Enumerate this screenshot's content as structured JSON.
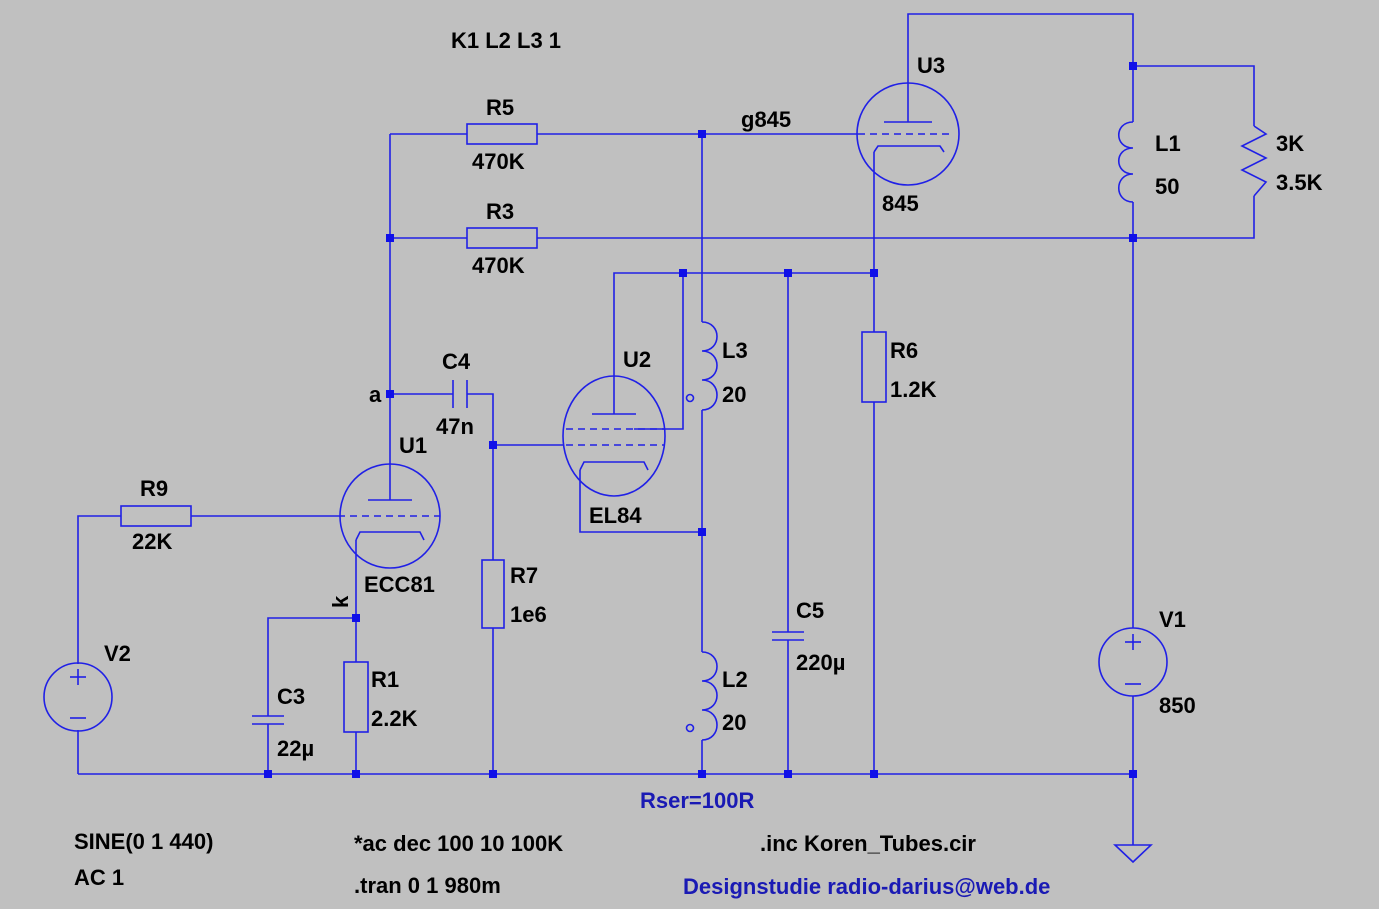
{
  "directive_coupling": "K1 L2 L3 1",
  "labels": {
    "r5_name": "R5",
    "r5_value": "470K",
    "r3_name": "R3",
    "r3_value": "470K",
    "r9_name": "R9",
    "r9_value": "22K",
    "r7_name": "R7",
    "r7_value": "1e6",
    "r1_name": "R1",
    "r1_value": "2.2K",
    "r6_name": "R6",
    "r6_value": "1.2K",
    "rload_name": "3K",
    "rload_value": "3.5K",
    "c4_name": "C4",
    "c4_value": "47n",
    "c3_name": "C3",
    "c3_value": "22µ",
    "c5_name": "C5",
    "c5_value": "220µ",
    "l1_name": "L1",
    "l1_value": "50",
    "l2_name": "L2",
    "l2_value": "20",
    "l3_name": "L3",
    "l3_value": "20",
    "u1_name": "U1",
    "u1_model": "ECC81",
    "u2_name": "U2",
    "u2_model": "EL84",
    "u3_name": "U3",
    "u3_model": "845",
    "v1_name": "V1",
    "v1_value": "850",
    "v2_name": "V2",
    "net_a": "a",
    "net_k": "k",
    "net_g845": "g845",
    "rser": "Rser=100R"
  },
  "directives": {
    "v2_sine": "SINE(0 1 440)",
    "v2_ac": "AC 1",
    "ac_analysis": "*ac dec 100 10 100K",
    "tran_analysis": ".tran 0 1 980m",
    "include": ".inc Koren_Tubes.cir",
    "credit": "Designstudie radio-darius@web.de"
  },
  "colors": {
    "background": "#c0c0c0",
    "wire": "#2020e6",
    "junction": "#1010e8",
    "text": "#000000",
    "comment": "#1a1ab4"
  }
}
